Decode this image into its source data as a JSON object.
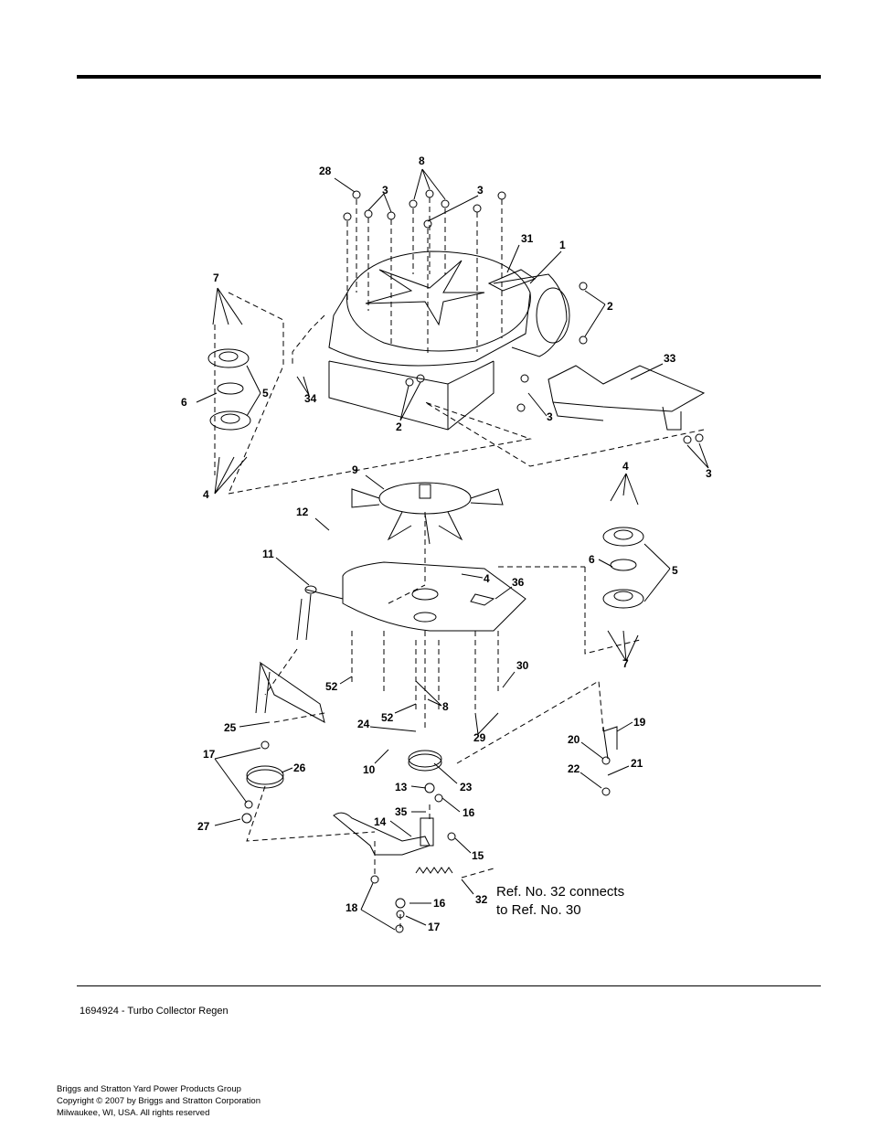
{
  "diagram": {
    "callouts": [
      "28",
      "8",
      "3",
      "3",
      "31",
      "1",
      "7",
      "2",
      "33",
      "6",
      "5",
      "34",
      "2",
      "3",
      "3",
      "9",
      "4",
      "4",
      "12",
      "11",
      "4",
      "36",
      "6",
      "5",
      "7",
      "52",
      "30",
      "8",
      "52",
      "25",
      "24",
      "29",
      "19",
      "17",
      "26",
      "10",
      "23",
      "20",
      "21",
      "22",
      "13",
      "35",
      "16",
      "27",
      "14",
      "15",
      "32",
      "18",
      "16",
      "17"
    ]
  },
  "note": {
    "line1": "Ref. No. 32 connects",
    "line2": "to Ref. No. 30"
  },
  "document": {
    "id_title": "1694924 - Turbo Collector Regen"
  },
  "footer": {
    "company": "Briggs and Stratton Yard Power Products Group",
    "copyright": "Copyright ©  2007 by Briggs and Stratton Corporation",
    "location": "Milwaukee, WI, USA. All rights reserved"
  }
}
